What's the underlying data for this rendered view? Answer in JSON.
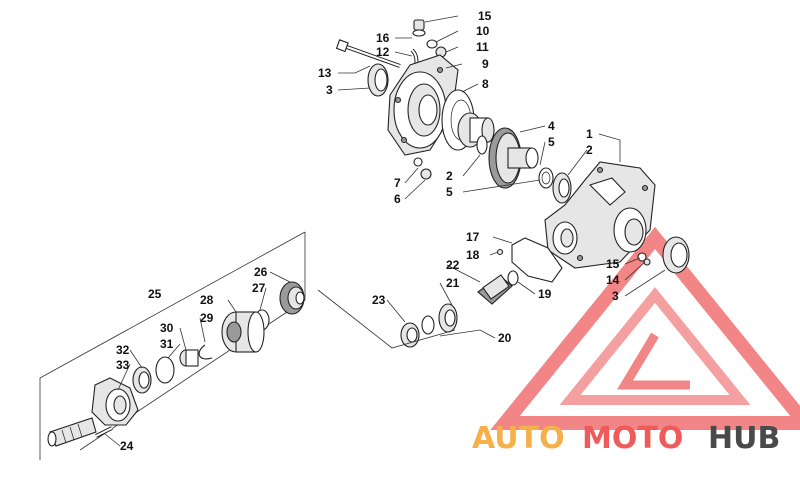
{
  "diagram": {
    "labels": [
      "1",
      "2",
      "3",
      "4",
      "5",
      "6",
      "7",
      "8",
      "9",
      "10",
      "11",
      "12",
      "13",
      "14",
      "15",
      "16",
      "17",
      "18",
      "19",
      "20",
      "21",
      "22",
      "23",
      "24",
      "25",
      "26",
      "27",
      "28",
      "29",
      "30",
      "31",
      "32",
      "33"
    ],
    "callouts": {
      "c15a": "15",
      "c16": "16",
      "c10": "10",
      "c12": "12",
      "c11": "11",
      "c13": "13",
      "c9": "9",
      "c3a": "3",
      "c8": "8",
      "c4": "4",
      "c5a": "5",
      "c1": "1",
      "c2a": "2",
      "c7": "7",
      "c6": "6",
      "c2b": "2",
      "c5b": "5",
      "c17": "17",
      "c18": "18",
      "c22": "22",
      "c21": "21",
      "c19": "19",
      "c15b": "15",
      "c14": "14",
      "c3b": "3",
      "c23": "23",
      "c20": "20",
      "c25": "25",
      "c26": "26",
      "c27": "27",
      "c28": "28",
      "c29": "29",
      "c30": "30",
      "c31": "31",
      "c32": "32",
      "c33": "33",
      "c24": "24"
    }
  },
  "watermark": {
    "word_auto": "AUTO",
    "word_moto": "MOTO",
    "word_hub": "HUB",
    "color_orange": "#f5b04a",
    "color_red": "#ef5a5a",
    "color_grey": "#4a4a4a"
  }
}
